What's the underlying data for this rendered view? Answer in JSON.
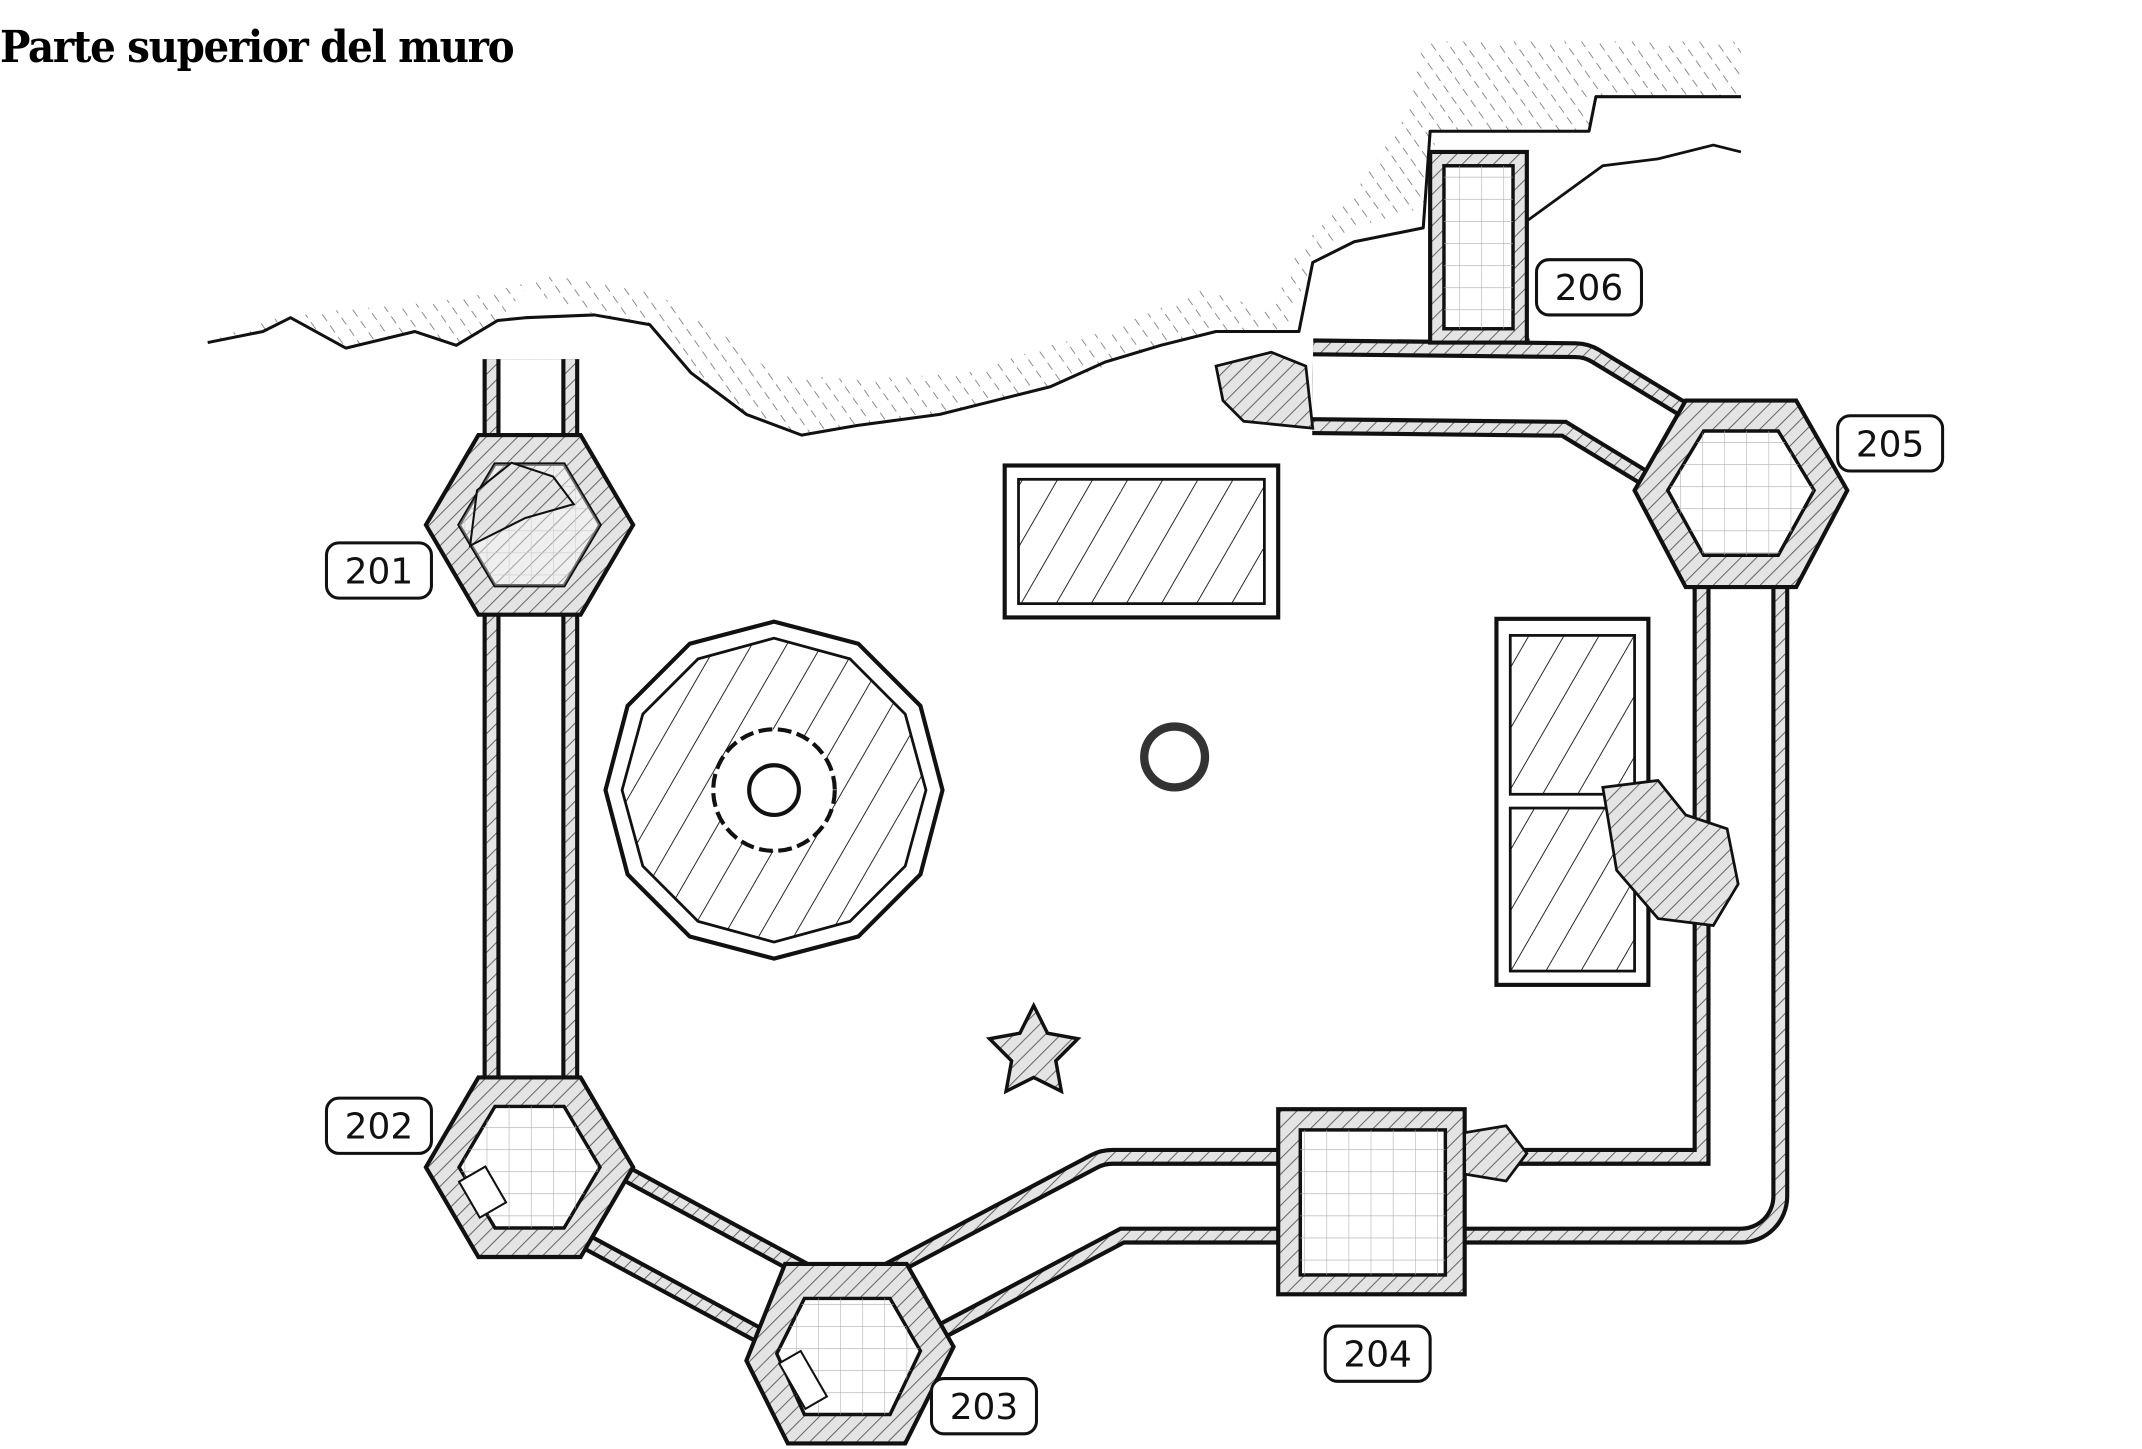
{
  "title": "Parte superior del muro",
  "rooms": [
    {
      "id": "201",
      "label": "201"
    },
    {
      "id": "202",
      "label": "202"
    },
    {
      "id": "203",
      "label": "203"
    },
    {
      "id": "204",
      "label": "204"
    },
    {
      "id": "205",
      "label": "205"
    },
    {
      "id": "206",
      "label": "206"
    }
  ],
  "colors": {
    "ink": "#111111",
    "floor": "#ffffff",
    "stone": "#d8d8d8"
  }
}
